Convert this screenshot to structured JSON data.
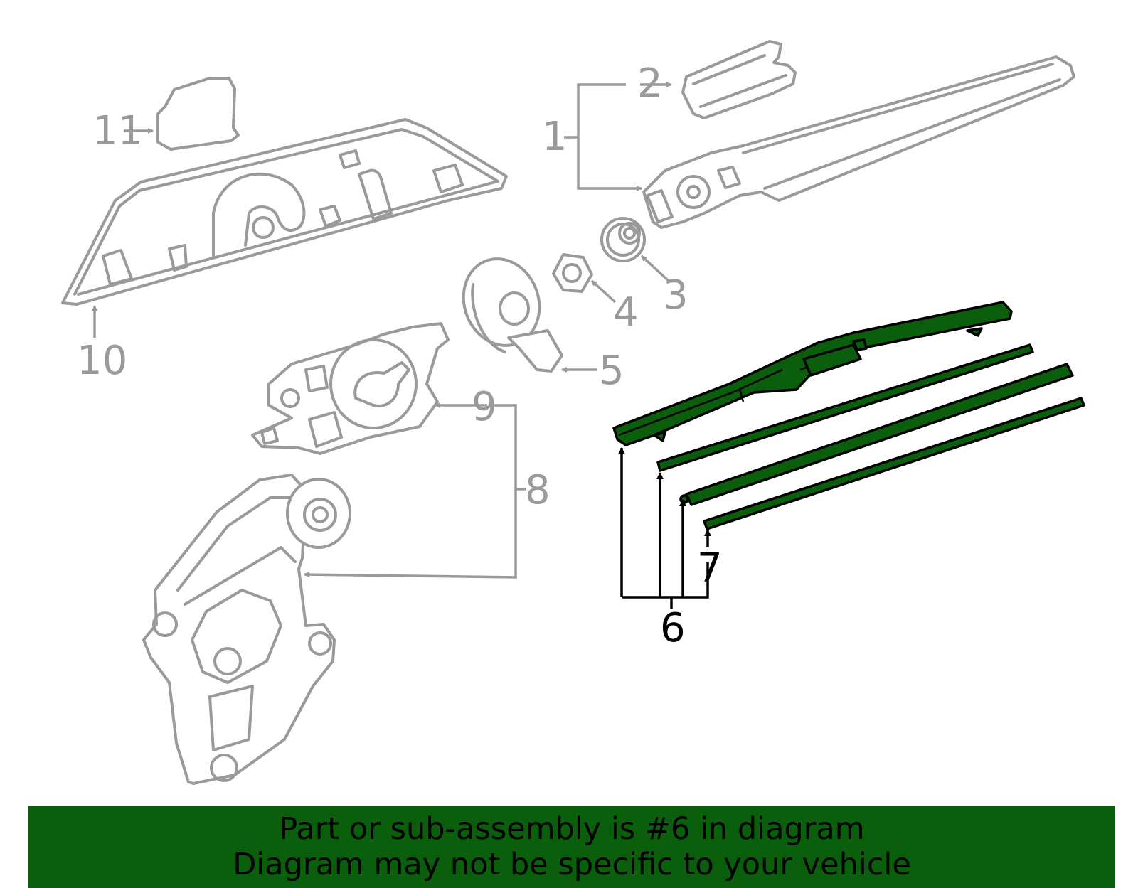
{
  "callouts": {
    "c1": "1",
    "c2": "2",
    "c3": "3",
    "c4": "4",
    "c5": "5",
    "c6": "6",
    "c7": "7",
    "c8": "8",
    "c9": "9",
    "c10": "10",
    "c11": "11"
  },
  "highlighted_part": "6",
  "banner": {
    "line1": "Part or sub-assembly is #6 in diagram",
    "line2": "Diagram may not be specific to your vehicle"
  },
  "colors": {
    "highlight": "#0b5e0b",
    "banner_bg": "#0b5e0b",
    "outline_gray": "#9a9a9a",
    "outline_active": "#000000"
  }
}
